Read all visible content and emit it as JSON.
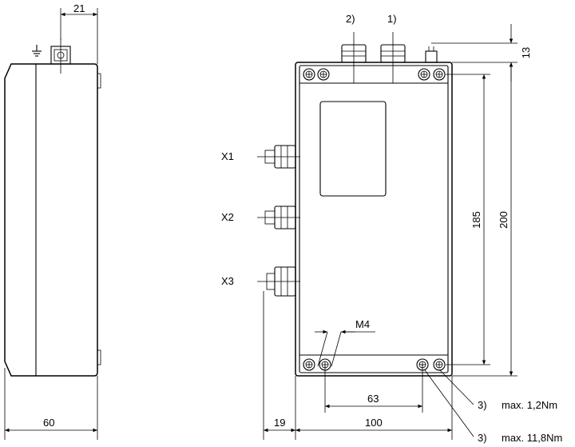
{
  "side_view": {
    "top_dimension": "21",
    "width_dimension": "60"
  },
  "front_view": {
    "connector_top_labels": [
      "2)",
      "1)"
    ],
    "connectors": [
      "X1",
      "X2",
      "X3"
    ],
    "dimensions": {
      "top_offset": "13",
      "hole_spacing_vertical": "185",
      "height": "200",
      "hole_spacing_horizontal": "63",
      "connector_protrusion": "19",
      "width": "100"
    },
    "thread_label": "M4",
    "torque_notes": [
      {
        "ref": "3)",
        "text": "max. 1,2Nm"
      },
      {
        "ref": "3)",
        "text": "max. 11,8Nm"
      }
    ]
  }
}
